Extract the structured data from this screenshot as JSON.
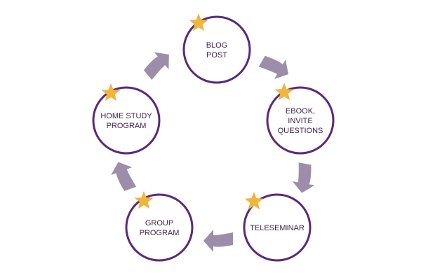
{
  "diagram": {
    "nodes": [
      {
        "id": "blog-post",
        "lines": [
          "BLOG",
          "POST"
        ]
      },
      {
        "id": "ebook-invite-questions",
        "lines": [
          "EBOOK,",
          "INVITE",
          "QUESTIONS"
        ]
      },
      {
        "id": "teleseminar",
        "lines": [
          "TELESEMINAR"
        ]
      },
      {
        "id": "group-program",
        "lines": [
          "GROUP",
          "PROGRAM"
        ]
      },
      {
        "id": "home-study-program",
        "lines": [
          "HOME STUDY",
          "PROGRAM"
        ]
      }
    ],
    "edges": [
      {
        "from": "blog-post",
        "to": "ebook-invite-questions"
      },
      {
        "from": "ebook-invite-questions",
        "to": "teleseminar"
      },
      {
        "from": "teleseminar",
        "to": "group-program"
      },
      {
        "from": "group-program",
        "to": "home-study-program"
      },
      {
        "from": "home-study-program",
        "to": "blog-post"
      }
    ]
  },
  "colors": {
    "circle_stroke": "#5a2a78",
    "label": "#3b1f4f",
    "arrow": "#9c8eaa",
    "star": "#f2b53b"
  },
  "icons": {
    "node_marker": "star-icon",
    "connector": "curved-arrow-icon"
  }
}
